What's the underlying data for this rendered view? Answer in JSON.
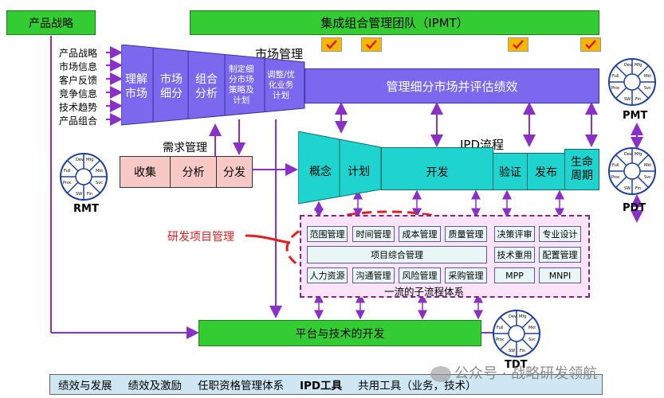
{
  "product_strategy": "产品战略",
  "ipmt": "集成组合管理团队（IPMT）",
  "market_mgmt_title": "市场管理",
  "strategy_inputs": [
    "产品战略",
    "市场信息",
    "客户反馈",
    "竞争信息",
    "技术趋势",
    "产品组合"
  ],
  "funnel_steps": [
    "理解\n市场",
    "市场\n细分",
    "组合\n分析",
    "制定细\n分市场\n策略及\n计划",
    "调整/优\n化业务\n计划"
  ],
  "market_bar": "管理细分市场并评估绩效",
  "demand_title": "需求管理",
  "demand_steps": [
    "收集",
    "分析",
    "分发"
  ],
  "ipd_title": "IPD流程",
  "ipd_steps": [
    "概念",
    "计划",
    "开发",
    "验证",
    "发布",
    "生命\n周期"
  ],
  "rd_pm_label": "研发项目管理",
  "pm_cells": [
    "范围管理",
    "时间管理",
    "成本管理",
    "质量管理"
  ],
  "pm_integrated": "项目综合管理",
  "pm_cells2": [
    "人力资源",
    "沟通管理",
    "风险管理",
    "采购管理"
  ],
  "right_cells": [
    "决策评审",
    "专业设计",
    "技术重用",
    "配置管理",
    "MPP",
    "MNPI"
  ],
  "subprocess_label": "一流的子流程体系",
  "platform": "平台与技术的开发",
  "team_labels": {
    "rmt": "RMT",
    "pmt": "PMT",
    "pdt": "PDT",
    "tdt": "TDT"
  },
  "wheel_segments": [
    "Dev",
    "Mfg",
    "Mkt",
    "Svc",
    "Fin",
    "SW",
    "Proc",
    "Full"
  ],
  "bottom_items": [
    "绩效与发展",
    "绩效及激励",
    "任职资格管理体系",
    "IPD工具",
    "共用工具（业务，技术）"
  ],
  "watermark": "公众号 · 战略研发领航",
  "colors": {
    "green": "#33cc33",
    "purple": "#7b68ee",
    "cyan": "#1fd4cf",
    "pink": "#f6c9c6",
    "arrow": "#9933cc",
    "red": "#e02020"
  }
}
